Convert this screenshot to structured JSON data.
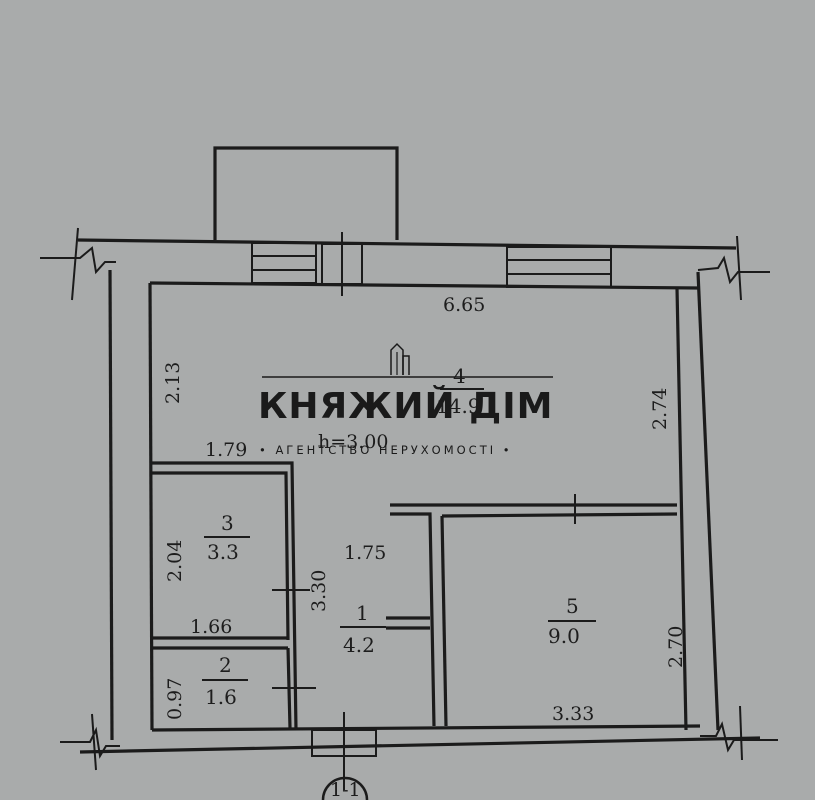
{
  "plan": {
    "dimensions": {
      "top_width": "6.65",
      "left_height": "2.13",
      "right_height": "2.74",
      "mid_width": "1.79",
      "ceiling": "h=3.00",
      "room3_height": "2.04",
      "room3_width": "1.66",
      "corridor_height": "3.30",
      "corridor_width": "1.75",
      "room2_height": "0.97",
      "room5_height": "2.70",
      "room5_width": "3.33"
    },
    "rooms": [
      {
        "number": "4",
        "area": "14.9"
      },
      {
        "number": "3",
        "area": "3.3"
      },
      {
        "number": "2",
        "area": "1.6"
      },
      {
        "number": "1",
        "area": "4.2"
      },
      {
        "number": "5",
        "area": "9.0"
      }
    ],
    "section_marker": "1-1"
  },
  "watermark": {
    "title": "КНЯЖИЙ ДІМ",
    "subtitle": "• АГЕНТСТВО НЕРУХОМОСТІ •"
  },
  "colors": {
    "background": "#a9abab",
    "ink": "#1b1b1b"
  }
}
